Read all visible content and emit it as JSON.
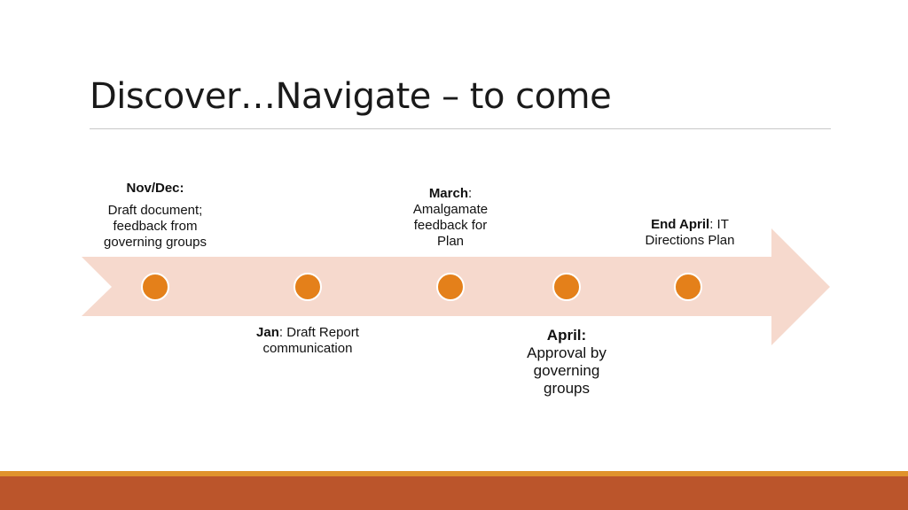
{
  "slide": {
    "title": "Discover…Navigate – to come"
  },
  "milestones": [
    {
      "label": "Nov/Dec:",
      "text": "Draft document; feedback from governing groups"
    },
    {
      "label": "Jan",
      "text": ": Draft Report communication"
    },
    {
      "label": "March",
      "text": ": Amalgamate feedback for Plan"
    },
    {
      "label": "April:",
      "text": "Approval by governing groups"
    },
    {
      "label": "End April",
      "text": ": IT Directions Plan"
    }
  ],
  "colors": {
    "arrow": "#f6d9cd",
    "dot": "#e4801a",
    "footer_top": "#e0922c",
    "footer_bottom": "#bb552b"
  }
}
